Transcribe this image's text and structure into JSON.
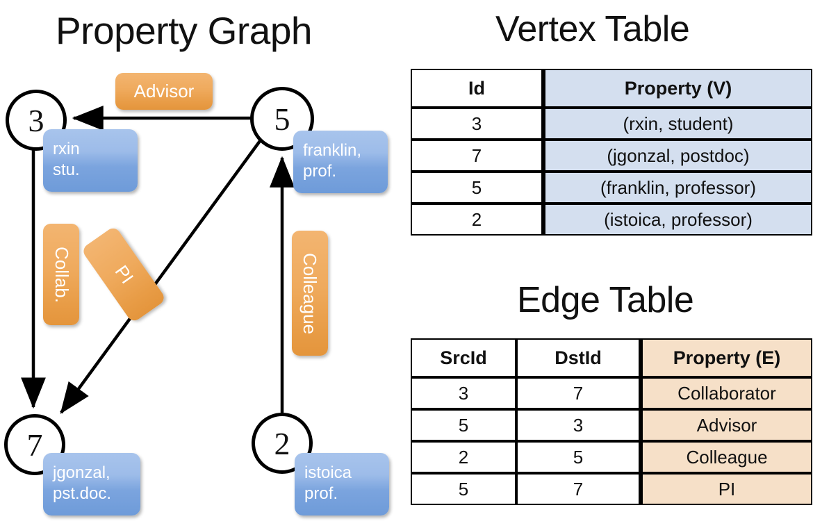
{
  "titles": {
    "property_graph": "Property Graph",
    "vertex_table": "Vertex Table",
    "edge_table": "Edge Table"
  },
  "colors": {
    "vertex_property_fill": "#d4dfef",
    "edge_property_fill": "#f6e0c8",
    "node_property_box": "#7ba4de",
    "edge_label_box": "#efaa5d",
    "stroke": "#000000",
    "background": "#ffffff"
  },
  "graph": {
    "nodes": [
      {
        "id": "3",
        "label": "3",
        "property_lines": [
          "rxin",
          "stu."
        ]
      },
      {
        "id": "5",
        "label": "5",
        "property_lines": [
          "franklin,",
          "prof."
        ]
      },
      {
        "id": "7",
        "label": "7",
        "property_lines": [
          "jgonzal,",
          "pst.doc."
        ]
      },
      {
        "id": "2",
        "label": "2",
        "property_lines": [
          "istoica",
          "prof."
        ]
      }
    ],
    "edge_labels": [
      {
        "id": "advisor",
        "text": "Advisor",
        "orientation": "horizontal"
      },
      {
        "id": "collab",
        "text": "Collab.",
        "orientation": "vertical"
      },
      {
        "id": "pi",
        "text": "PI",
        "orientation": "rotated"
      },
      {
        "id": "colleague",
        "text": "Colleague",
        "orientation": "vertical"
      }
    ],
    "edges": [
      {
        "src": "5",
        "dst": "3",
        "label": "Advisor"
      },
      {
        "src": "3",
        "dst": "7",
        "label": "Collab."
      },
      {
        "src": "5",
        "dst": "7",
        "label": "PI"
      },
      {
        "src": "2",
        "dst": "5",
        "label": "Colleague"
      }
    ]
  },
  "vertex_table": {
    "headers": [
      "Id",
      "Property (V)"
    ],
    "rows": [
      [
        "3",
        "(rxin, student)"
      ],
      [
        "7",
        "(jgonzal, postdoc)"
      ],
      [
        "5",
        "(franklin, professor)"
      ],
      [
        "2",
        "(istoica, professor)"
      ]
    ]
  },
  "edge_table": {
    "headers": [
      "SrcId",
      "DstId",
      "Property (E)"
    ],
    "rows": [
      [
        "3",
        "7",
        "Collaborator"
      ],
      [
        "5",
        "3",
        "Advisor"
      ],
      [
        "2",
        "5",
        "Colleague"
      ],
      [
        "5",
        "7",
        "PI"
      ]
    ]
  }
}
